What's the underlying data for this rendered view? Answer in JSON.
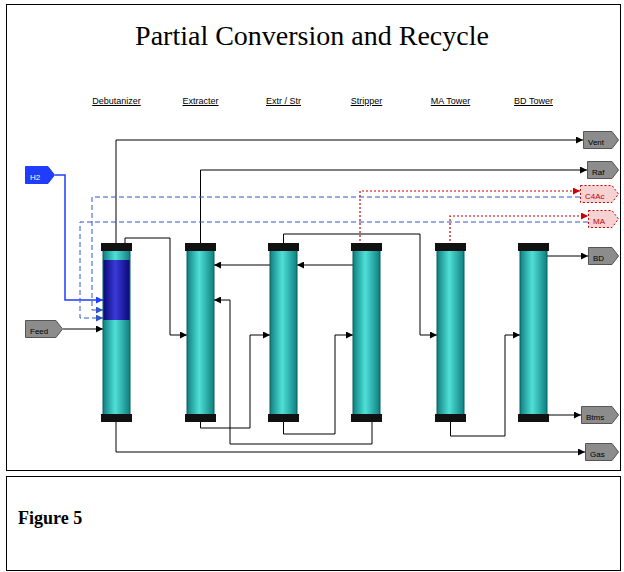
{
  "diagram": {
    "title": "Partial Conversion and Recycle",
    "caption": "Figure 5",
    "nodes": [
      {
        "text": [
          "H2"
        ]
      },
      {
        "text": [
          "Feed"
        ]
      },
      {
        "text": [
          "Debutanizer"
        ]
      },
      {
        "text": [
          "Extracter"
        ]
      },
      {
        "text": [
          "Extr / Str"
        ]
      },
      {
        "text": [
          "Stripper"
        ]
      },
      {
        "text": [
          "MA Tower"
        ]
      },
      {
        "text": [
          "BD Tower"
        ]
      },
      {
        "text": [
          "Vent"
        ]
      },
      {
        "text": [
          "Raf"
        ]
      },
      {
        "text": [
          "C4Ac"
        ]
      },
      {
        "text": [
          "MA"
        ]
      },
      {
        "text": [
          "BD"
        ]
      },
      {
        "text": [
          "Btms"
        ]
      },
      {
        "text": [
          "Gas"
        ]
      }
    ],
    "edges": [
      {
        "from": 0,
        "to": 2,
        "arrow": "to"
      },
      {
        "from": 1,
        "to": 2,
        "arrow": "to"
      },
      {
        "from": 2,
        "to": 8,
        "arrow": "to"
      },
      {
        "from": 2,
        "to": 3,
        "arrow": "to"
      },
      {
        "from": 2,
        "to": 14,
        "arrow": "to"
      },
      {
        "from": 3,
        "to": 9,
        "arrow": "to"
      },
      {
        "from": 3,
        "to": 4,
        "arrow": "to"
      },
      {
        "from": 4,
        "to": 3,
        "arrow": "to"
      },
      {
        "from": 5,
        "to": 4,
        "arrow": "to"
      },
      {
        "from": 4,
        "to": 6,
        "arrow": "to"
      },
      {
        "from": 4,
        "to": 5,
        "arrow": "to"
      },
      {
        "from": 5,
        "to": 3,
        "arrow": "to"
      },
      {
        "from": 5,
        "to": 10,
        "arrow": "to"
      },
      {
        "from": 6,
        "to": 11,
        "arrow": "to"
      },
      {
        "from": 6,
        "to": 7,
        "arrow": "to"
      },
      {
        "from": 7,
        "to": 12,
        "arrow": "to"
      },
      {
        "from": 7,
        "to": 13,
        "arrow": "to"
      },
      {
        "from": 10,
        "to": 2,
        "arrow": "to"
      },
      {
        "from": 11,
        "to": 2,
        "arrow": "to"
      }
    ]
  }
}
